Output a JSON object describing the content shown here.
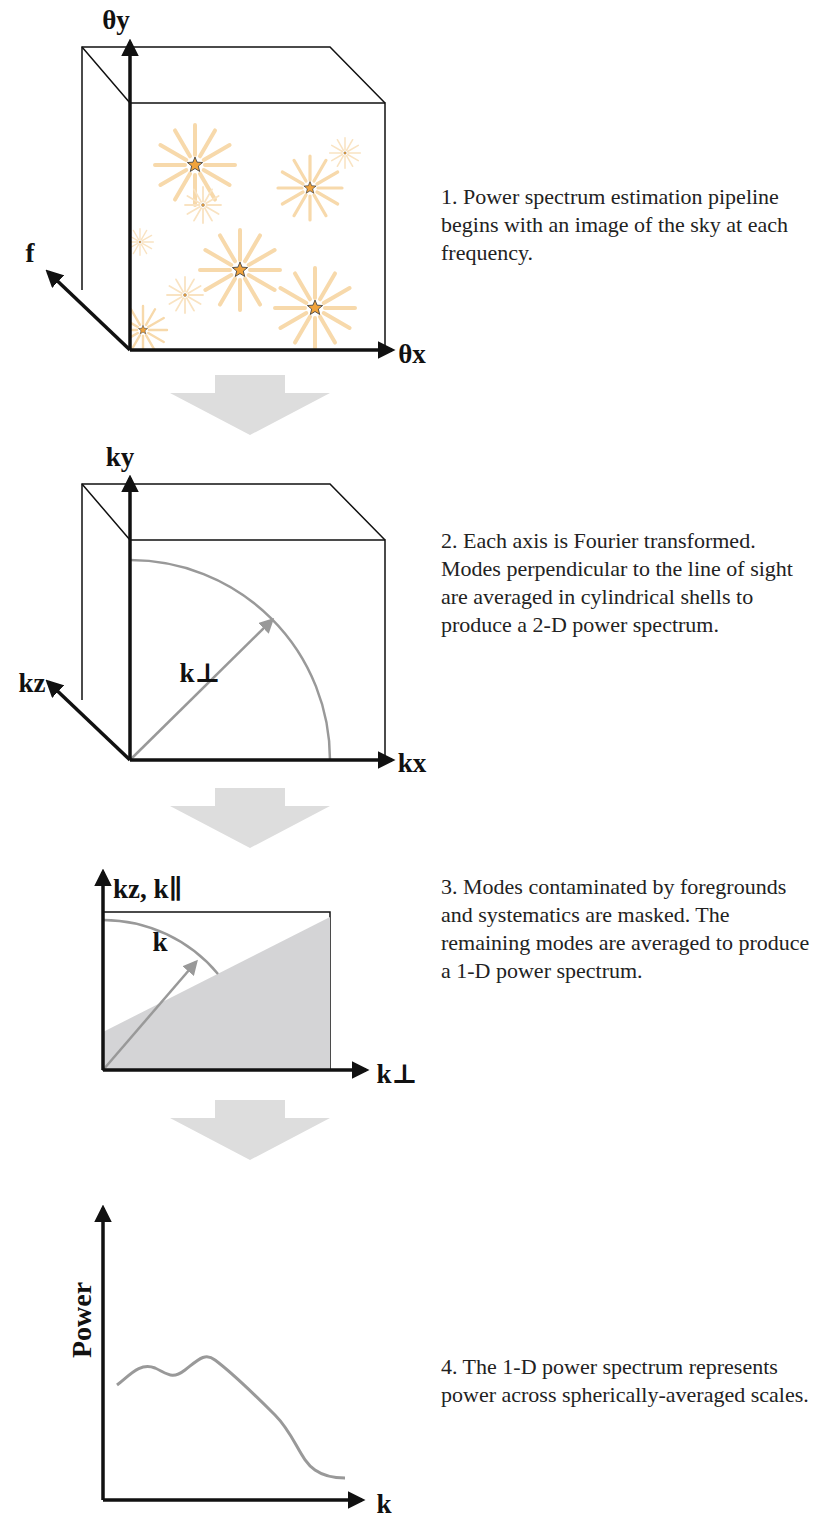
{
  "diagram": {
    "labels": [
      "θy",
      "f",
      "θx",
      "1. Power spectrum estimation pipeline begins with an image of the sky at each frequency.",
      "ky",
      "kz",
      "k⊥",
      "kx",
      "2. Each axis is Fourier transformed. Modes perpendicular to the line of sight are averaged in cylindrical shells to produce a 2-D power spectrum.",
      "kz, k∥",
      "k",
      "k⊥",
      "3. Modes contaminated by foregrounds and systematics are masked. The remaining modes are averaged to produce a 1-D power spectrum.",
      "Power",
      "k",
      "4. The 1-D power spectrum represents power across spherically-averaged scales."
    ]
  }
}
